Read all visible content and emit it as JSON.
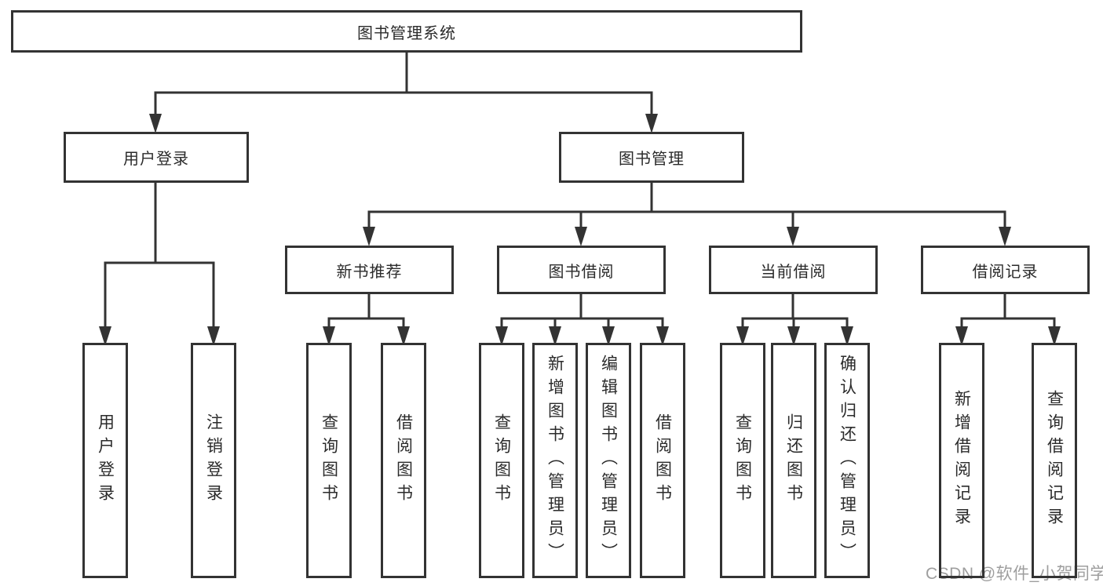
{
  "diagram_title": "图书管理系统",
  "nodes": {
    "root": {
      "label": "图书管理系统"
    },
    "user_login": {
      "label": "用户登录"
    },
    "book_mgmt": {
      "label": "图书管理"
    },
    "new_book_rec": {
      "label": "新书推荐"
    },
    "book_borrow": {
      "label": "图书借阅"
    },
    "current_borrow": {
      "label": "当前借阅"
    },
    "borrow_record": {
      "label": "借阅记录"
    },
    "ul_user_login": {
      "label": "用户登录"
    },
    "ul_logout": {
      "label": "注销登录"
    },
    "nbr_query_book": {
      "label": "查询图书"
    },
    "nbr_borrow_book": {
      "label": "借阅图书"
    },
    "bb_query_book": {
      "label": "查询图书"
    },
    "bb_add_book": {
      "label": "新增图书（管理员）"
    },
    "bb_edit_book": {
      "label": "编辑图书（管理员）"
    },
    "bb_borrow_book": {
      "label": "借阅图书"
    },
    "cb_query_book": {
      "label": "查询图书"
    },
    "cb_return_book": {
      "label": "归还图书"
    },
    "cb_confirm_return": {
      "label": "确认归还（管理员）"
    },
    "br_add_record": {
      "label": "新增借阅记录"
    },
    "br_query_record": {
      "label": "查询借阅记录"
    }
  },
  "watermark": {
    "text": "CSDN @软件_小贺同学"
  },
  "colors": {
    "line": "#333333",
    "box_border": "#333333",
    "text": "#2b2b2b",
    "watermark": "#9e9e9e",
    "background": "#ffffff"
  }
}
